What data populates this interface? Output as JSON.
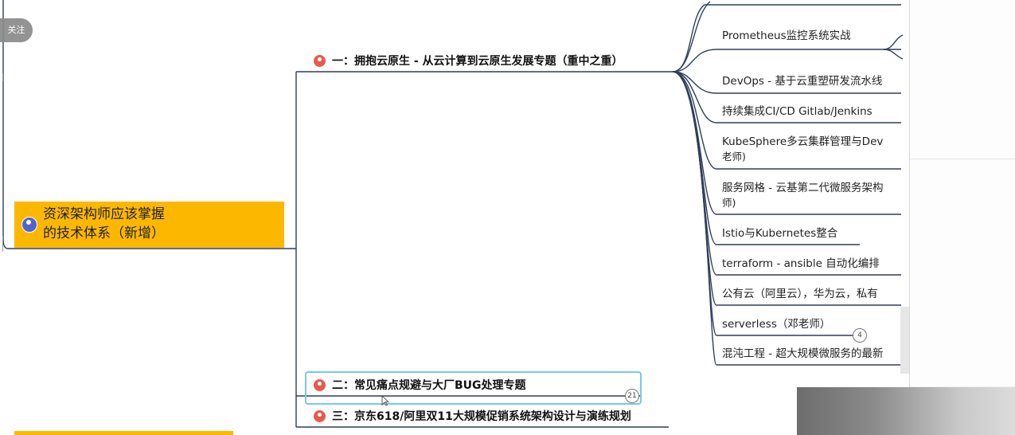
{
  "overlay": {
    "follow_label": "关注"
  },
  "root": {
    "line1": "资深架构师应该掌握",
    "line2": "的技术体系（新增）",
    "icon": "person-icon"
  },
  "topics": [
    {
      "label": "一：拥抱云原生 - 从云计算到云原生发展专题（重中之重）",
      "icon": "person-icon"
    },
    {
      "label": "二：常见痛点规避与大厂BUG处理专题",
      "icon": "person-icon",
      "collapsed_count": "21"
    },
    {
      "label": "三：京东618/阿里双11大规模促销系统架构设计与演练规划",
      "icon": "person-icon"
    }
  ],
  "subtopics": [
    "Prometheus监控系统实战",
    "DevOps - 基于云重塑研发流水线",
    "持续集成CI/CD  Gitlab/Jenkins",
    "KubeSphere多云集群管理与Dev",
    "老师)",
    "服务网格 - 云基第二代微服务架构",
    "师)",
    "Istio与Kubernetes整合",
    "terraform - ansible 自动化编排",
    "公有云（阿里云），华为云，私有",
    "serverless（邓老师）",
    "混沌工程 - 超大规模微服务的最新"
  ],
  "serverless_collapsed_count": "4",
  "colors": {
    "root_fill": "#fcb800",
    "topic_icon": "#e85a4f",
    "root_icon": "#4f63d2",
    "focus_border": "#7cc7e6",
    "connector": "#2f3f5a"
  }
}
